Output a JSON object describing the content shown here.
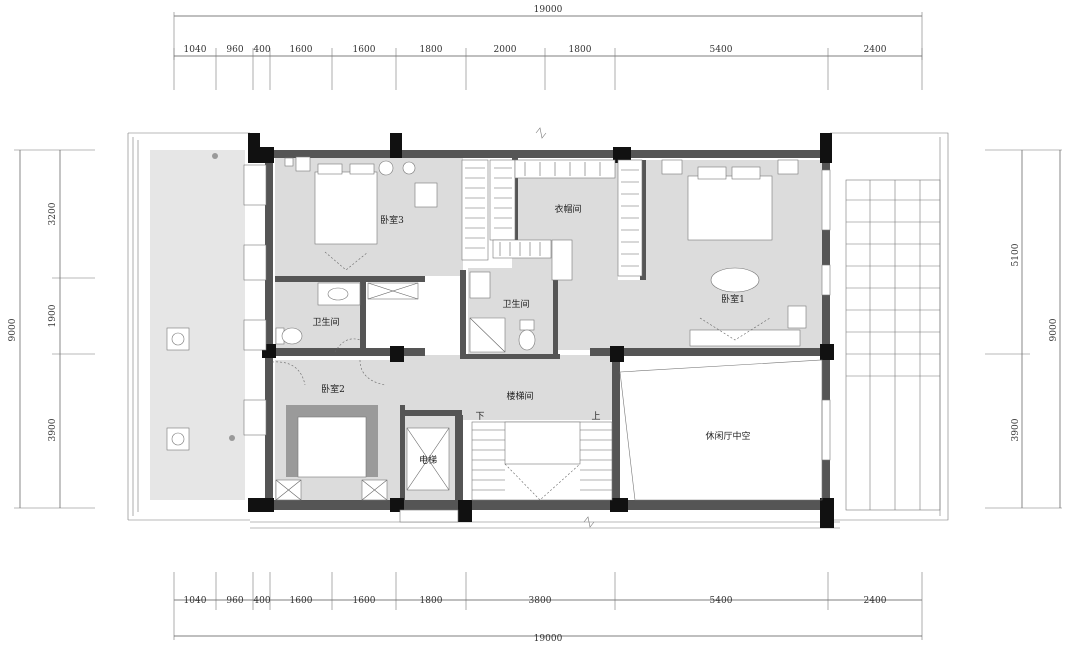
{
  "dimensions": {
    "top_total": "19000",
    "top_segments": [
      "1040",
      "960",
      "400",
      "1600",
      "1600",
      "1800",
      "2000",
      "1800",
      "5400",
      "2400"
    ],
    "bottom_total": "19000",
    "bottom_segments": [
      "1040",
      "960",
      "400",
      "1600",
      "1600",
      "1800",
      "3800",
      "5400",
      "2400"
    ],
    "left_total": "9000",
    "left_segments": [
      "3200",
      "1900",
      "3900"
    ],
    "right_total": "9000",
    "right_segments": [
      "5100",
      "3900"
    ]
  },
  "rooms": {
    "bedroom3": "卧室3",
    "closet": "衣帽间",
    "bedroom1": "卧室1",
    "bath_left": "卫生间",
    "bath_mid": "卫生间",
    "bedroom2": "卧室2",
    "stairwell": "楼梯间",
    "down": "下",
    "up": "上",
    "elevator": "电梯",
    "lounge_void": "休闲厅中空"
  }
}
